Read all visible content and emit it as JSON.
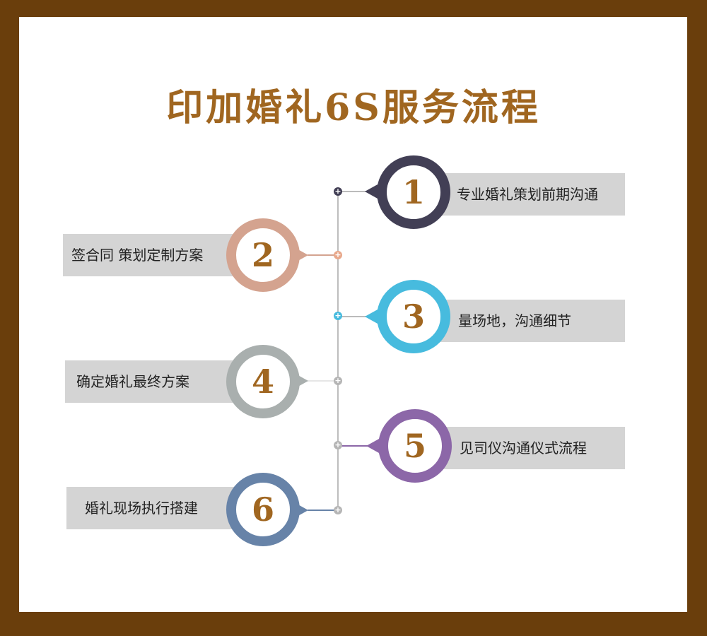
{
  "title": "印加婚礼6S服务流程",
  "steps": [
    {
      "number": "1",
      "label": "专业婚礼策划前期沟通",
      "color": "#423f55"
    },
    {
      "number": "2",
      "label": "签合同 策划定制方案",
      "color": "#d4a38f"
    },
    {
      "number": "3",
      "label": "量场地，沟通细节",
      "color": "#47bbde"
    },
    {
      "number": "4",
      "label": "确定婚礼最终方案",
      "color": "#a9afae"
    },
    {
      "number": "5",
      "label": "见司仪沟通仪式流程",
      "color": "#8c67a8"
    },
    {
      "number": "6",
      "label": "婚礼现场执行搭建",
      "color": "#6783a8"
    }
  ]
}
